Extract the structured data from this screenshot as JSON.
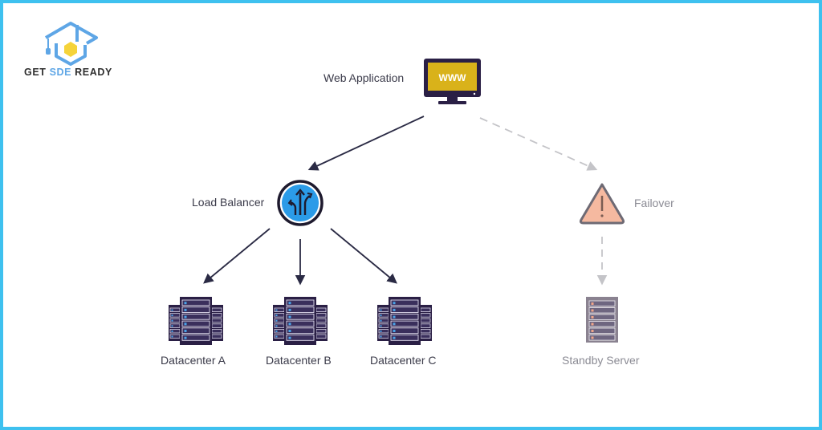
{
  "brand": {
    "name_prefix": "GET ",
    "name_accent": "SDE",
    "name_suffix": " READY",
    "accent_color": "#5ea6e6"
  },
  "frame": {
    "border_color": "#3ec1ef"
  },
  "nodes": {
    "web_app": {
      "label": "Web Application",
      "screen_text": "WWW",
      "icon": "monitor-icon",
      "screen_color": "#d9b21a"
    },
    "load_balancer": {
      "label": "Load Balancer",
      "icon": "load-balancer-icon",
      "fill_color": "#2b9be8"
    },
    "failover": {
      "label": "Failover",
      "icon": "warning-icon",
      "fill_color": "#f5b9a0"
    },
    "datacenters": [
      {
        "label": "Datacenter A",
        "icon": "server-rack-icon"
      },
      {
        "label": "Datacenter B",
        "icon": "server-rack-icon"
      },
      {
        "label": "Datacenter C",
        "icon": "server-rack-icon"
      }
    ],
    "standby": {
      "label": "Standby Server",
      "icon": "server-icon"
    }
  },
  "edges": [
    {
      "from": "Web Application",
      "to": "Load Balancer",
      "style": "solid"
    },
    {
      "from": "Web Application",
      "to": "Failover",
      "style": "dashed"
    },
    {
      "from": "Load Balancer",
      "to": "Datacenter A",
      "style": "solid"
    },
    {
      "from": "Load Balancer",
      "to": "Datacenter B",
      "style": "solid"
    },
    {
      "from": "Load Balancer",
      "to": "Datacenter C",
      "style": "solid"
    },
    {
      "from": "Failover",
      "to": "Standby Server",
      "style": "dashed"
    }
  ],
  "colors": {
    "dark": "#2a1f45",
    "edge_solid": "#2a2a44",
    "edge_dashed": "#c4c4c8"
  }
}
